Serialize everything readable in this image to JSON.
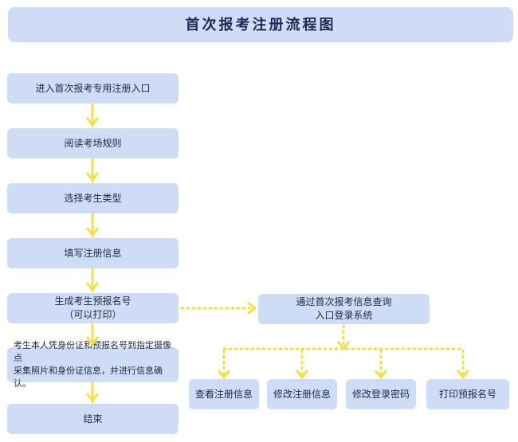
{
  "title": "首次报考注册流程图",
  "steps": [
    "进入首次报考专用注册入口",
    "阅读考场规则",
    "选择考生类型",
    "填写注册信息",
    "生成考生预报名号",
    "（可以打印）",
    "考生本人凭身份证和预报名号到指定摄像点",
    "采集照片和身份证信息，并进行信息确认。",
    "结束"
  ],
  "query_entry": [
    "通过首次报考信息查询",
    "入口登录系统"
  ],
  "options": [
    "查看注册信息",
    "修改注册信息",
    "修改登录密码",
    "打印预报名号"
  ],
  "colors": {
    "box": "#cfdcf5",
    "arrow": "#f2e04a",
    "text": "#1f2a44"
  }
}
